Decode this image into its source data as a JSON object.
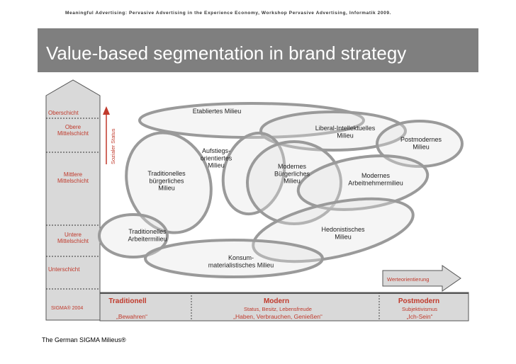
{
  "header": {
    "note": "Meaningful Advertising: Pervasive Advertising in the Experience Economy, Workshop Pervasive Advertising, Informatik 2009."
  },
  "title": "Value-based segmentation in brand strategy",
  "footer": "The German SIGMA Milieus®",
  "colors": {
    "title_bg": "#7f7f7f",
    "accent_red": "#c0392b",
    "arrow_fill": "#d9d9d9",
    "ellipse_fill": "#e2e2e2",
    "ellipse_stroke": "#9a9a9a"
  },
  "diagram": {
    "status_levels": [
      "Oberschicht",
      "Obere Mittelschicht",
      "Mittlere Mittelschicht",
      "Untere Mittelschicht",
      "Unterschicht"
    ],
    "status_axis_label": "Sozialer Status",
    "value_axis_label": "Werteorientierung",
    "sigma_label": "SIGMA® 2004",
    "orientations": [
      {
        "name": "Traditionell",
        "subtitle": "",
        "motto": "„Bewahren“"
      },
      {
        "name": "Modern",
        "subtitle": "Status, Besitz, Lebensfreude",
        "motto": "„Haben, Verbrauchen, Genießen“"
      },
      {
        "name": "Postmodern",
        "subtitle": "Subjektivismus",
        "motto": "„Ich-Sein“"
      }
    ],
    "milieus": [
      {
        "id": "etabliertes",
        "lines": [
          "Etabliertes Milieu"
        ]
      },
      {
        "id": "liberal",
        "lines": [
          "Liberal-Intellektuelles",
          "Milieu"
        ]
      },
      {
        "id": "postmodernes",
        "lines": [
          "Postmodernes",
          "Milieu"
        ]
      },
      {
        "id": "aufstieg",
        "lines": [
          "Aufstiegs-",
          "orientiertes",
          "Milieu"
        ]
      },
      {
        "id": "trad-buerg",
        "lines": [
          "Traditionelles",
          "bürgerliches",
          "Milieu"
        ]
      },
      {
        "id": "mod-buerg",
        "lines": [
          "Modernes",
          "Bürgerliches",
          "Milieu"
        ]
      },
      {
        "id": "mod-arbeit",
        "lines": [
          "Modernes",
          "Arbeitnehmermilieu"
        ]
      },
      {
        "id": "hedon",
        "lines": [
          "Hedonistisches",
          "Milieu"
        ]
      },
      {
        "id": "trad-arbeit",
        "lines": [
          "Traditionelles",
          "Arbeitermilieu"
        ]
      },
      {
        "id": "konsum",
        "lines": [
          "Konsum-",
          "materialistisches Milieu"
        ]
      }
    ]
  }
}
